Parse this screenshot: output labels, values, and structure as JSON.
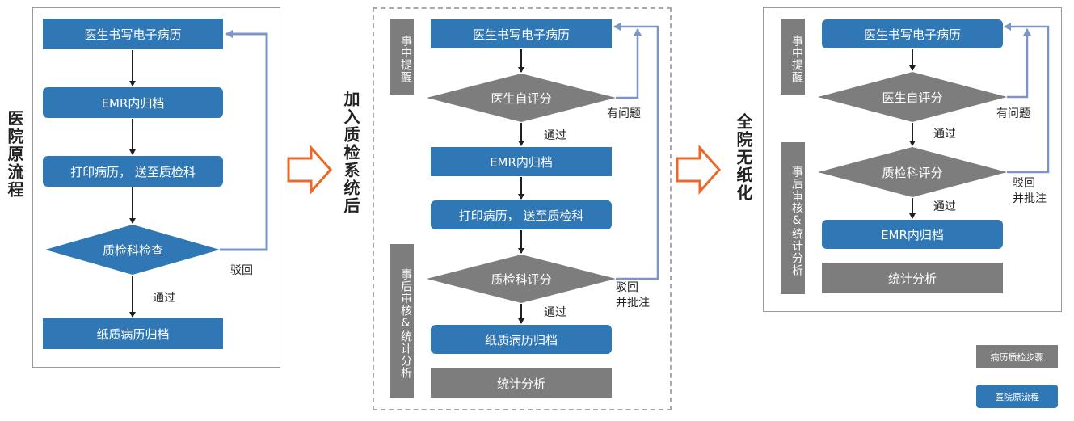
{
  "sections": {
    "original": {
      "title": "医院原流程",
      "nodes": {
        "write_emr": "医生书写电子病历",
        "emr_archive": "EMR内归档",
        "print_send": "打印病历，  送至质检科",
        "qc_check": "质检科检查",
        "paper_archive": "纸质病历归档"
      },
      "labels": {
        "reject": "驳回",
        "pass": "通过"
      }
    },
    "qc_added": {
      "title": "加入质检系统后",
      "side_during": "事中提醒",
      "side_after": "事后审核&统计分析",
      "nodes": {
        "write_emr": "医生书写电子病历",
        "self_eval": "医生自评分",
        "emr_archive": "EMR内归档",
        "print_send": "打印病历，  送至质检科",
        "qc_score": "质检科评分",
        "paper_archive": "纸质病历归档",
        "stats": "统计分析"
      },
      "labels": {
        "has_issue": "有问题",
        "pass1": "通过",
        "reject_annotate": "驳回\n并批注",
        "pass2": "通过"
      }
    },
    "paperless": {
      "title": "全院无纸化",
      "side_during": "事中提醒",
      "side_after": "事后审核&统计分析",
      "nodes": {
        "write_emr": "医生书写电子病历",
        "self_eval": "医生自评分",
        "qc_score": "质检科评分",
        "emr_archive": "EMR内归档",
        "stats": "统计分析"
      },
      "labels": {
        "has_issue": "有问题",
        "pass1": "通过",
        "reject_annotate": "驳回\n并批注",
        "pass2": "通过"
      }
    }
  },
  "legend": {
    "qc_steps": "病历质检步骤",
    "original_flow": "医院原流程"
  },
  "colors": {
    "blue": "#2f78b5",
    "gray": "#7d7d7d",
    "feedback_line": "#7b95c6",
    "transition_arrow": "#e8692a",
    "text": "#222222"
  }
}
